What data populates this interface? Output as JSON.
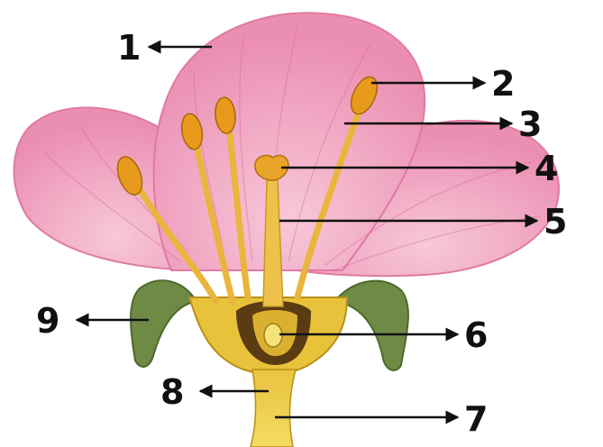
{
  "labels": [
    {
      "id": "1",
      "text": "1"
    },
    {
      "id": "2",
      "text": "2"
    },
    {
      "id": "3",
      "text": "3"
    },
    {
      "id": "4",
      "text": "4"
    },
    {
      "id": "5",
      "text": "5"
    },
    {
      "id": "6",
      "text": "6"
    },
    {
      "id": "7",
      "text": "7"
    },
    {
      "id": "8",
      "text": "8"
    },
    {
      "id": "9",
      "text": "9"
    }
  ],
  "colors": {
    "petal": "#f2a6c2",
    "petal_edge": "#e07aa3",
    "petal_vein": "#d85d8e",
    "stamen": "#f0b640",
    "anther": "#e89a1c",
    "receptacle": "#e8c23a",
    "ovary_dark": "#5a3b12",
    "sepal": "#6f8a45",
    "arrow": "#111111"
  }
}
